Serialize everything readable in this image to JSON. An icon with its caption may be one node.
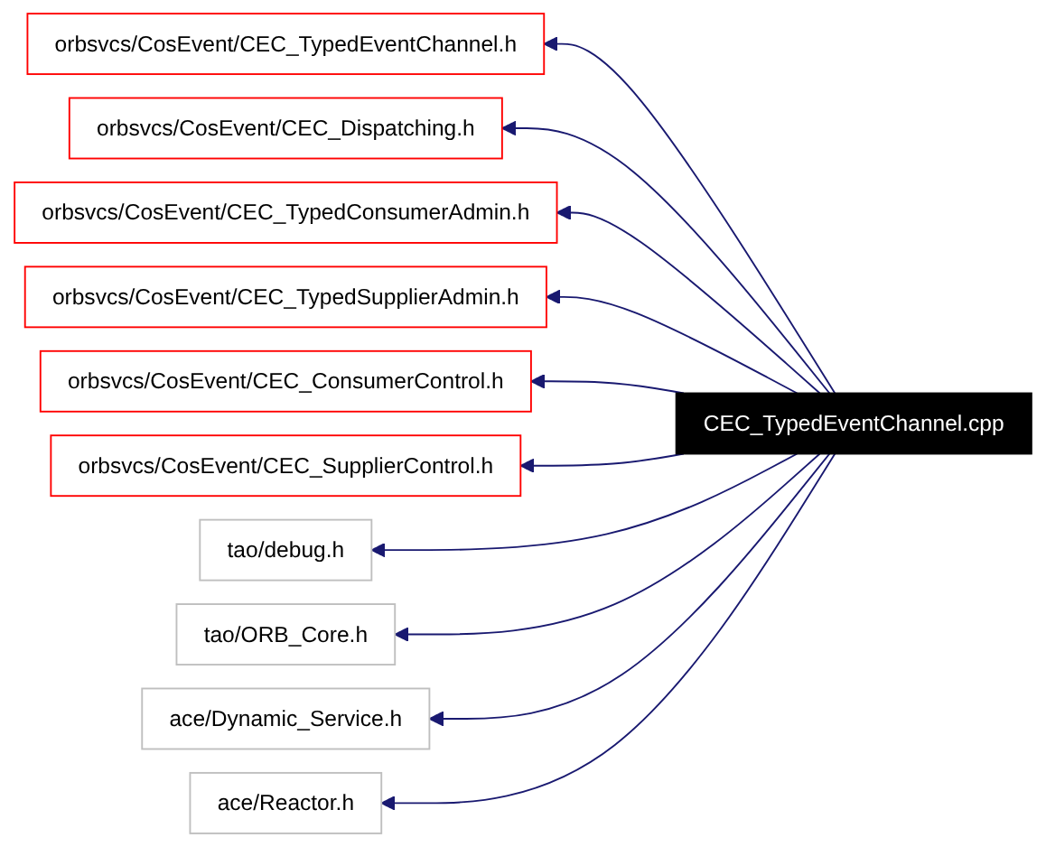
{
  "diagram": {
    "nodes": [
      {
        "text": [
          "orbsvcs/CosEvent/CEC_TypedEventChannel.h"
        ]
      },
      {
        "text": [
          "orbsvcs/CosEvent/CEC_Dispatching.h"
        ]
      },
      {
        "text": [
          "orbsvcs/CosEvent/CEC_TypedConsumerAdmin.h"
        ]
      },
      {
        "text": [
          "orbsvcs/CosEvent/CEC_TypedSupplierAdmin.h"
        ]
      },
      {
        "text": [
          "orbsvcs/CosEvent/CEC_ConsumerControl.h"
        ]
      },
      {
        "text": [
          "orbsvcs/CosEvent/CEC_SupplierControl.h"
        ]
      },
      {
        "text": [
          "tao/debug.h"
        ]
      },
      {
        "text": [
          "tao/ORB_Core.h"
        ]
      },
      {
        "text": [
          "ace/Dynamic_Service.h"
        ]
      },
      {
        "text": [
          "ace/Reactor.h"
        ]
      },
      {
        "text": [
          "CEC_TypedEventChannel.cpp"
        ]
      }
    ],
    "edges": [
      {
        "from": 10,
        "to": 0,
        "arrow": "to"
      },
      {
        "from": 10,
        "to": 1,
        "arrow": "to"
      },
      {
        "from": 10,
        "to": 2,
        "arrow": "to"
      },
      {
        "from": 10,
        "to": 3,
        "arrow": "to"
      },
      {
        "from": 10,
        "to": 4,
        "arrow": "to"
      },
      {
        "from": 10,
        "to": 5,
        "arrow": "to"
      },
      {
        "from": 10,
        "to": 6,
        "arrow": "to"
      },
      {
        "from": 10,
        "to": 7,
        "arrow": "to"
      },
      {
        "from": 10,
        "to": 8,
        "arrow": "to"
      },
      {
        "from": 10,
        "to": 9,
        "arrow": "to"
      }
    ]
  }
}
